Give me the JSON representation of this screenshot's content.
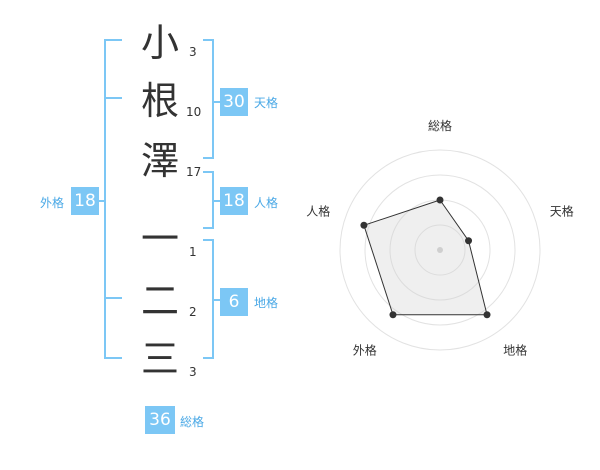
{
  "name_chars": [
    {
      "char": "小",
      "strokes": "3"
    },
    {
      "char": "根",
      "strokes": "10"
    },
    {
      "char": "澤",
      "strokes": "17"
    },
    {
      "char": "一",
      "strokes": "1"
    },
    {
      "char": "二",
      "strokes": "2"
    },
    {
      "char": "三",
      "strokes": "3"
    }
  ],
  "fortunes": {
    "tenkaku": {
      "value": "30",
      "label": "天格"
    },
    "jinkaku": {
      "value": "18",
      "label": "人格"
    },
    "chikaku": {
      "value": "6",
      "label": "地格"
    },
    "gaikaku": {
      "value": "18",
      "label": "外格"
    },
    "soukaku": {
      "value": "36",
      "label": "総格"
    }
  },
  "colors": {
    "accent": "#7cc7f5",
    "label": "#49a8e6",
    "bracket": "#7cc7f5"
  },
  "chart_data": {
    "type": "radar",
    "axes": [
      "総格",
      "天格",
      "地格",
      "外格",
      "人格"
    ],
    "values": [
      0.5,
      0.3,
      0.8,
      0.8,
      0.8
    ],
    "max": 1,
    "rings": 4
  }
}
